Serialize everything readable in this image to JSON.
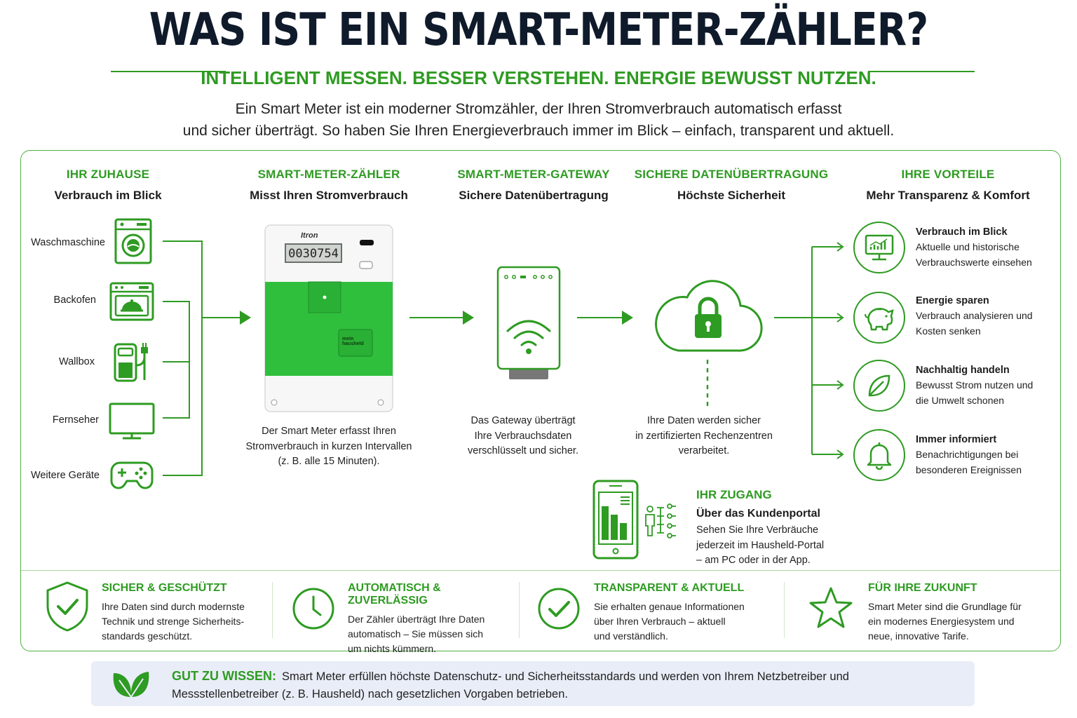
{
  "title": "WAS IST EIN SMART-METER-ZÄHLER?",
  "subtitle": "INTELLIGENT MESSEN. BESSER VERSTEHEN. ENERGIE BEWUSST NUTZEN.",
  "intro": {
    "line1": "Ein Smart Meter ist ein moderner Stromzähler, der Ihren Stromverbrauch automatisch erfasst",
    "line2": "und sicher überträgt. So haben Sie Ihren Energieverbrauch immer im Blick – einfach, transparent und aktuell."
  },
  "columns": {
    "home": {
      "heading": "IHR ZUHAUSE",
      "subheading": "Verbrauch im Blick"
    },
    "meter": {
      "heading": "SMART-METER-ZÄHLER",
      "subheading": "Misst Ihren Stromverbrauch"
    },
    "gateway": {
      "heading": "SMART-METER-GATEWAY",
      "subheading": "Sichere Datenübertragung"
    },
    "transfer": {
      "heading": "SICHERE DATENÜBERTRAGUNG",
      "subheading": "Höchste Sicherheit"
    },
    "benefits": {
      "heading": "IHRE VORTEILE",
      "subheading": "Mehr Transparenz & Komfort"
    }
  },
  "devices": [
    "Waschmaschine",
    "Backofen",
    "Wallbox",
    "Fernseher",
    "Weitere Geräte"
  ],
  "meter": {
    "brand": "Itron",
    "reading": "0030754",
    "badge_line1": "mein",
    "badge_line2": "hausheld",
    "description": [
      "Der Smart Meter erfasst Ihren",
      "Stromverbrauch in kurzen Intervallen",
      "(z. B. alle 15 Minuten)."
    ]
  },
  "gateway": {
    "description": [
      "Das Gateway überträgt",
      "Ihre Verbrauchsdaten",
      "verschlüsselt und sicher."
    ]
  },
  "cloud": {
    "description": [
      "Ihre Daten werden sicher",
      "in zertifizierten Rechenzentren",
      "verarbeitet."
    ]
  },
  "benefits": [
    {
      "title": "Verbrauch im Blick",
      "text": [
        "Aktuelle und historische",
        "Verbrauchswerte einsehen"
      ],
      "icon": "monitor-chart-icon"
    },
    {
      "title": "Energie sparen",
      "text": [
        "Verbrauch analysieren und",
        "Kosten senken"
      ],
      "icon": "piggy-bank-icon"
    },
    {
      "title": "Nachhaltig handeln",
      "text": [
        "Bewusst Strom nutzen und",
        "die Umwelt schonen"
      ],
      "icon": "leaf-icon"
    },
    {
      "title": "Immer informiert",
      "text": [
        "Benachrichtigungen bei",
        "besonderen Ereignissen"
      ],
      "icon": "bell-icon"
    }
  ],
  "access": {
    "heading": "IHR ZUGANG",
    "subheading": "Über das Kundenportal",
    "text": [
      "Sehen Sie Ihre Verbräuche",
      "jederzeit im Hausheld-Portal",
      "– am PC oder in der App."
    ]
  },
  "features": [
    {
      "title": "SICHER & GESCHÜTZT",
      "text": [
        "Ihre Daten sind durch modernste",
        "Technik und strenge Sicherheits-",
        "standards geschützt."
      ],
      "icon": "shield-check-icon"
    },
    {
      "title": "AUTOMATISCH & ZUVERLÄSSIG",
      "text": [
        "Der Zähler überträgt Ihre Daten",
        "automatisch – Sie müssen sich",
        "um nichts kümmern."
      ],
      "icon": "clock-icon"
    },
    {
      "title": "TRANSPARENT & AKTUELL",
      "text": [
        "Sie erhalten genaue Informationen",
        "über Ihren Verbrauch – aktuell",
        "und verständlich."
      ],
      "icon": "check-circle-icon"
    },
    {
      "title": "FÜR IHRE ZUKUNFT",
      "text": [
        "Smart Meter sind die Grundlage für",
        "ein modernes Energiesystem und",
        "neue, innovative Tarife."
      ],
      "icon": "star-icon"
    }
  ],
  "banner": {
    "label": "GUT ZU WISSEN:",
    "line1": "Smart Meter erfüllen höchste Datenschutz- und Sicherheitsstandards und werden von Ihrem Netzbetreiber und",
    "line2": "Messstellenbetreiber (z. B. Hausheld) nach gesetzlichen Vorgaben betrieben."
  },
  "colors": {
    "accent": "#2e9b22",
    "title": "#0f1a2b",
    "banner_bg": "#e9edf7"
  }
}
